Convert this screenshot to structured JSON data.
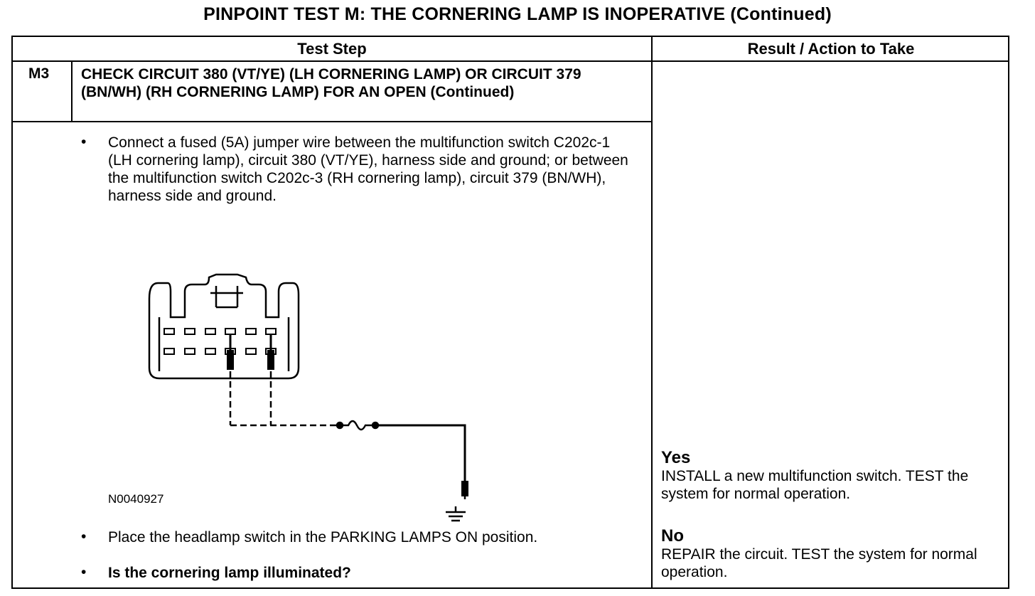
{
  "title": "PINPOINT TEST  M: THE CORNERING LAMP IS INOPERATIVE (Continued)",
  "table": {
    "header_test_step": "Test Step",
    "header_result": "Result / Action to Take"
  },
  "step": {
    "id": "M3",
    "title": "CHECK CIRCUIT 380 (VT/YE) (LH CORNERING LAMP) OR CIRCUIT 379 (BN/WH) (RH CORNERING LAMP) FOR AN OPEN (Continued)",
    "bullet_symbol": "•",
    "instruction_1": "Connect a fused (5A) jumper wire between the multifunction switch C202c-1 (LH cornering lamp), circuit 380 (VT/YE), harness side and ground; or between the multifunction switch C202c-3 (RH cornering lamp), circuit 379 (BN/WH), harness side and ground.",
    "figure_id": "N0040927",
    "instruction_2": "Place the headlamp switch in the PARKING LAMPS ON position.",
    "question": "Is the cornering lamp illuminated?"
  },
  "results": {
    "yes_label": "Yes",
    "yes_action": "INSTALL a new multifunction switch. TEST the system for normal operation.",
    "no_label": "No",
    "no_action": "REPAIR the circuit. TEST the system for normal operation."
  }
}
